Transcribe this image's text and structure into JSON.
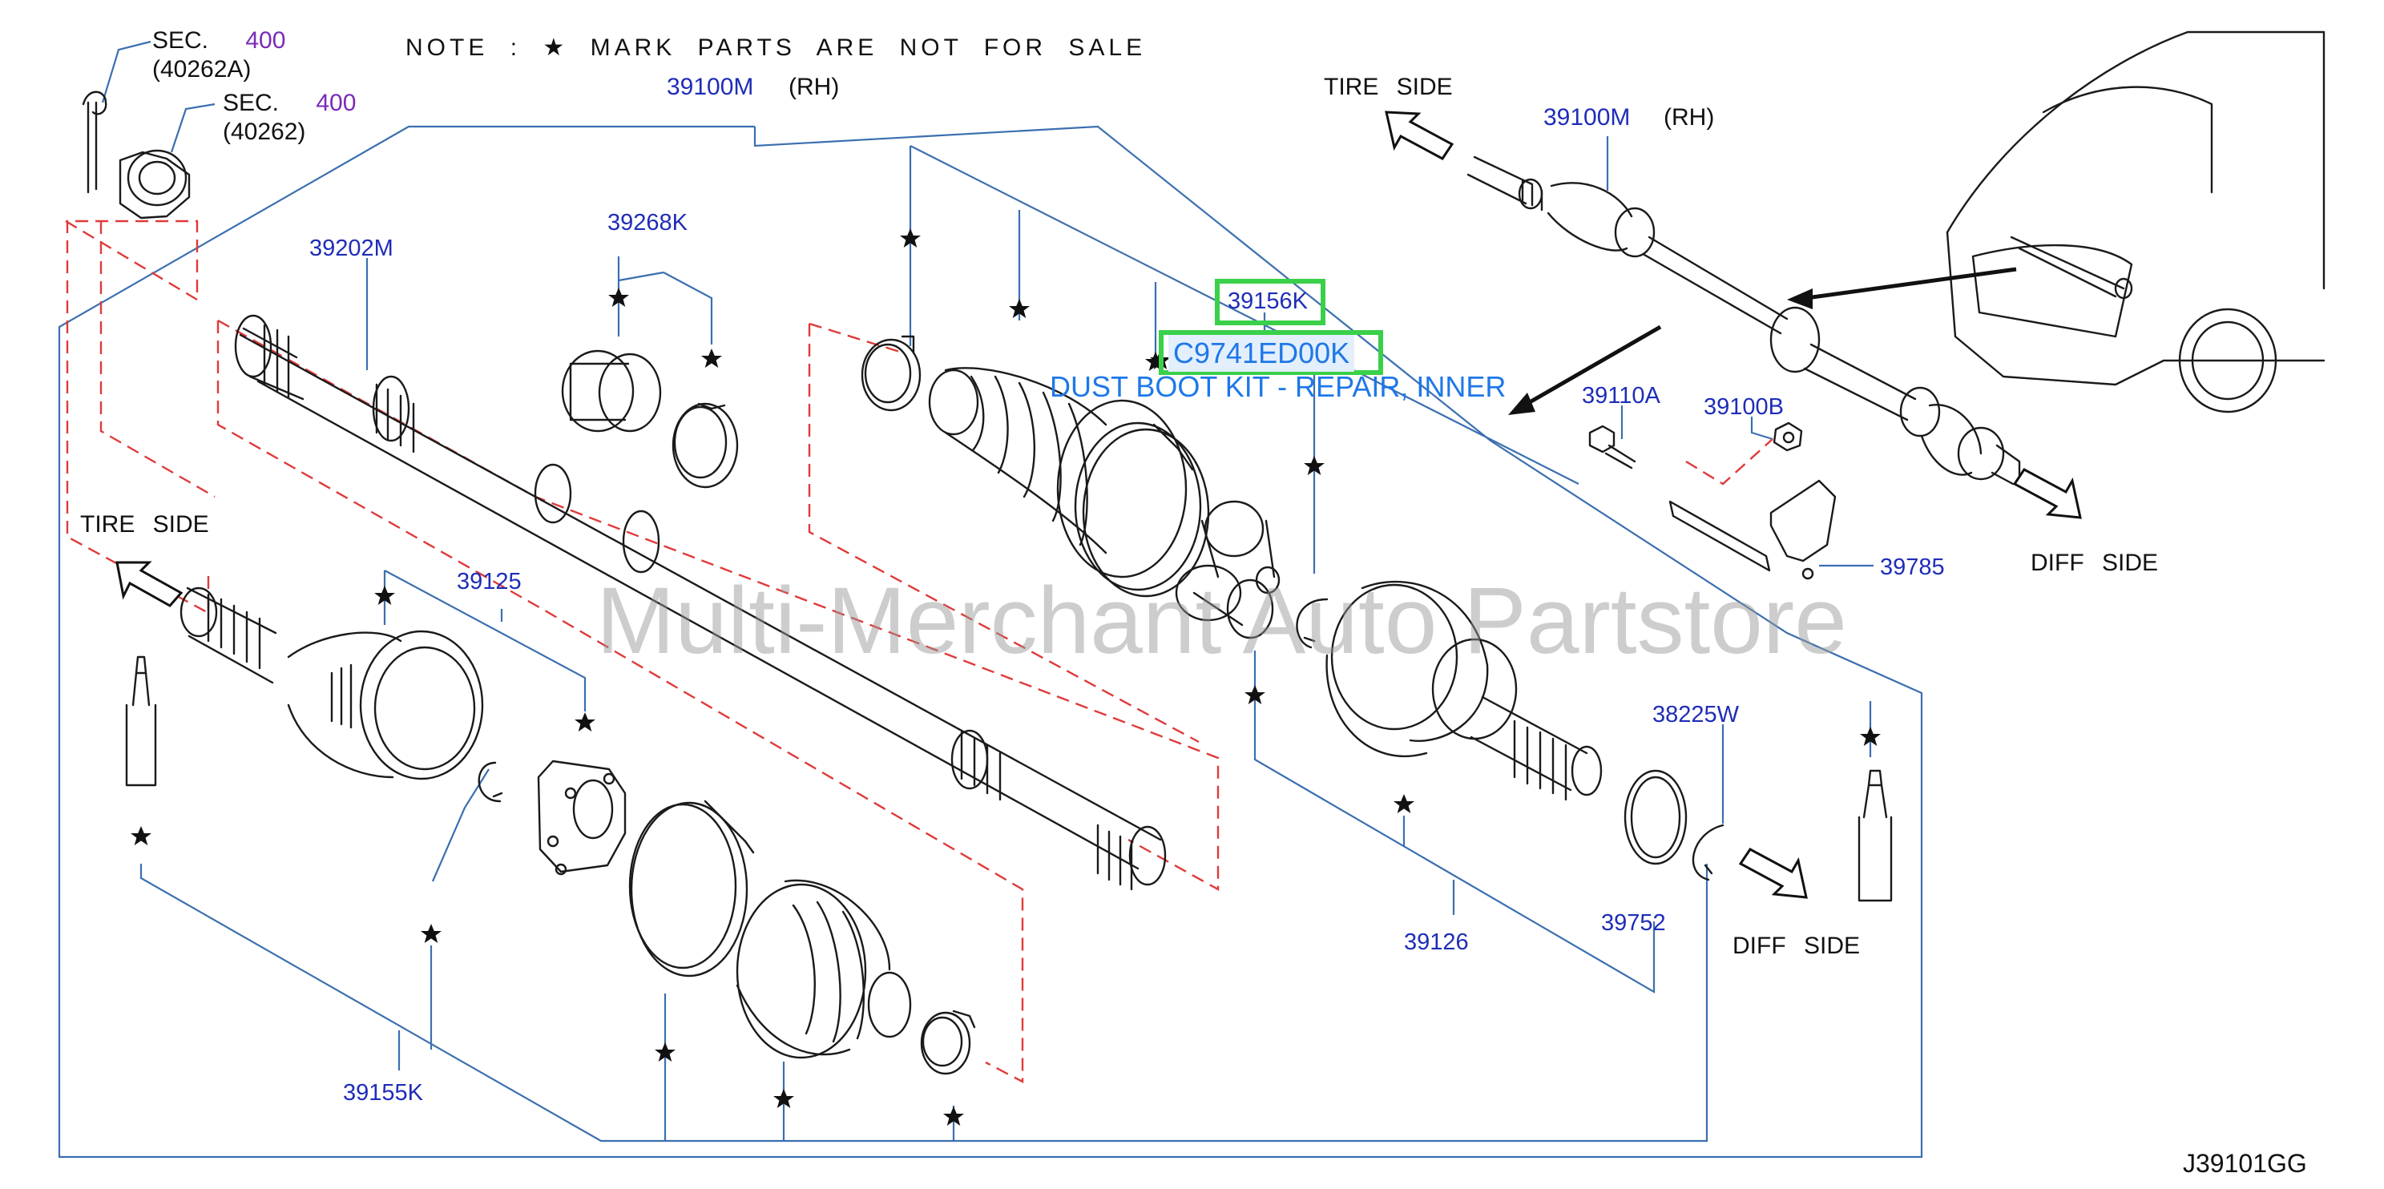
{
  "note": {
    "prefix": "NOTE",
    "colon": ":",
    "star": "★",
    "text": "MARK PARTS ARE NOT FOR SALE"
  },
  "sections": [
    {
      "label": "SEC.",
      "page": "400",
      "ref": "(40262A)"
    },
    {
      "label": "SEC.",
      "page": "400",
      "ref": "(40262)"
    }
  ],
  "main_assembly": {
    "part": "39100M",
    "side": "(RH)"
  },
  "overview": {
    "part": "39100M",
    "side": "(RH)"
  },
  "direction_labels": {
    "tire_side_left": "TIRE SIDE",
    "tire_side_top": "TIRE SIDE",
    "diff_side_right": "DIFF SIDE",
    "diff_side_bottom": "DIFF SIDE"
  },
  "parts": {
    "shaft": "39202M",
    "damper": "39268K",
    "outer_joint": "39125",
    "outer_boot_kit": "39155K",
    "inner_boot_kit": "39156K",
    "inner_joint": "39126",
    "seal": "39752",
    "circlip": "38225W",
    "bolt": "39110A",
    "nut": "39100B",
    "bracket": "39785"
  },
  "selected": {
    "code": "C9741ED00K",
    "description": "DUST BOOT KIT - REPAIR, INNER"
  },
  "watermark": "Multi-Merchant Auto Partstore",
  "diagram_code": "J39101GG",
  "colors": {
    "line": "#1a1a1a",
    "leader": "#3b6fb0",
    "dashed": "#e03a3a",
    "part_number": "#1f2db8",
    "section_page": "#7a2bb8",
    "highlight": "#3ad04a",
    "selected_text": "#1e78e8"
  },
  "icons": [
    "star-icon",
    "open-arrow-icon",
    "solid-arrow-icon"
  ]
}
